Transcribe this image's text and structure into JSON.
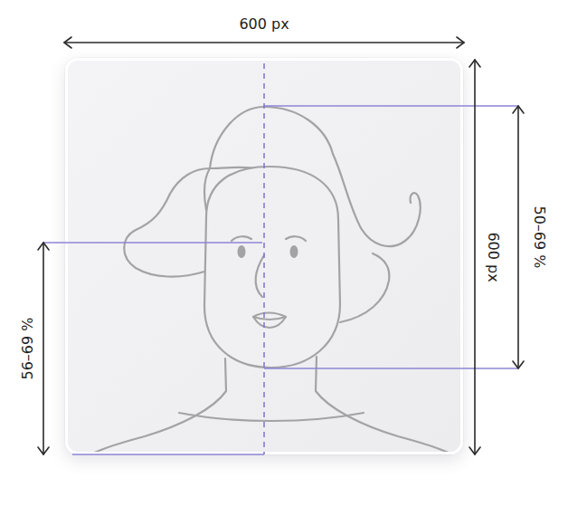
{
  "diagram": {
    "labels": [
      "600 px",
      "600 px",
      "50–69 %",
      "56–69 %"
    ]
  }
}
